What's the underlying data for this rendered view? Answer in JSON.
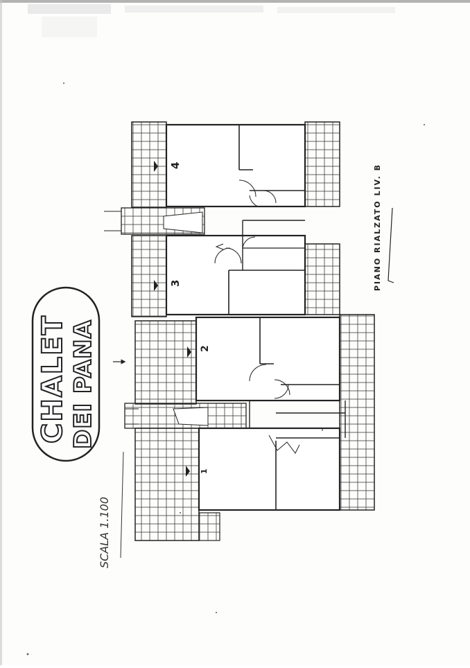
{
  "document": {
    "logo": {
      "line1": "CHALET",
      "line2": "DEI PANA"
    },
    "scale_label": "SCALA 1.100",
    "floor_label": "PIANO RIALZATO LIV. B",
    "units": [
      {
        "number": "1"
      },
      {
        "number": "2"
      },
      {
        "number": "3"
      },
      {
        "number": "4"
      }
    ]
  },
  "colors": {
    "ink": "#2a2a2a",
    "paper": "#fdfdfc",
    "scan_noise": "#9a9a9a"
  }
}
